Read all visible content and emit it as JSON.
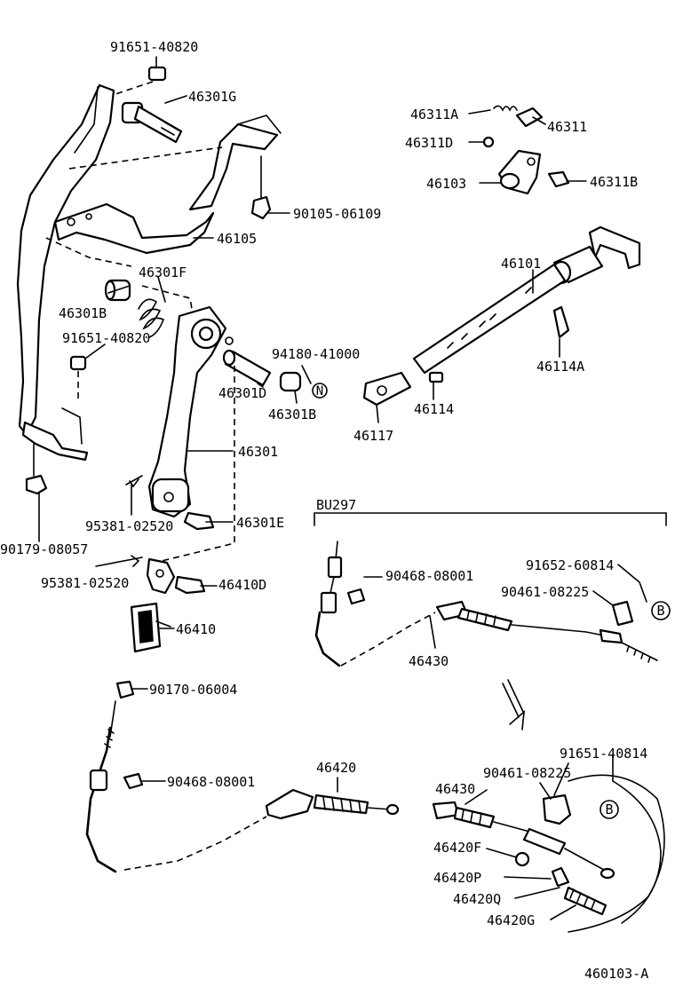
{
  "diagram": {
    "labels": {
      "p91651_40820_top": "91651-40820",
      "p46301G": "46301G",
      "p46311A": "46311A",
      "p46311": "46311",
      "p46311D": "46311D",
      "p46103": "46103",
      "p46311B": "46311B",
      "p90105_06109": "90105-06109",
      "p46105": "46105",
      "p46101": "46101",
      "p46301F": "46301F",
      "p46301B_top": "46301B",
      "p91651_40820_mid": "91651-40820",
      "p94180_41000": "94180-41000",
      "p46114A": "46114A",
      "p46301D": "46301D",
      "p46301B_bot": "46301B",
      "p46114": "46114",
      "p46117": "46117",
      "p46301": "46301",
      "p95381_02520_a": "95381-02520",
      "p46301E": "46301E",
      "p90179_08057": "90179-08057",
      "p95381_02520_b": "95381-02520",
      "p46410D": "46410D",
      "p46410": "46410",
      "p90170_06004": "90170-06004",
      "p90468_08001_bot": "90468-08001",
      "p46420": "46420",
      "bu297": "BU297",
      "p90468_08001_top": "90468-08001",
      "p91652_60814": "91652-60814",
      "p90461_08225_top": "90461-08225",
      "p46430_top": "46430",
      "p91651_40814": "91651-40814",
      "p90461_08225_bot": "90461-08225",
      "p46430_bot": "46430",
      "p46420F": "46420F",
      "p46420P": "46420P",
      "p46420Q": "46420Q",
      "p46420G": "46420G",
      "ref_B_top": "B",
      "ref_B_bot": "B",
      "ref_N": "N",
      "figure_code": "460103-A"
    }
  }
}
